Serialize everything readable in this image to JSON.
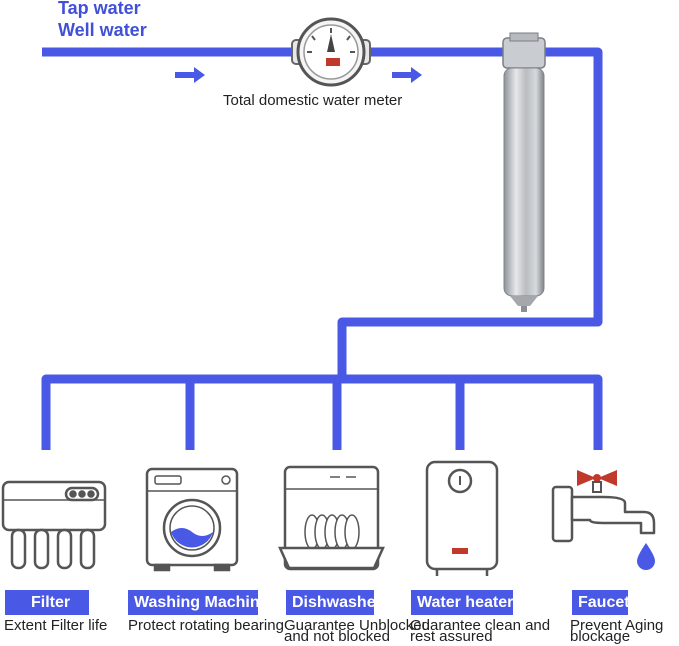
{
  "source": {
    "line1": "Tap water",
    "line2": "Well water"
  },
  "meter": {
    "label": "Total domestic water meter"
  },
  "appliances": [
    {
      "tag": "Filter",
      "desc": "Extent Filter life",
      "desc2": ""
    },
    {
      "tag": "Washing Machine",
      "desc": "Protect rotating bearing",
      "desc2": ""
    },
    {
      "tag": "Dishwasher",
      "desc": "Guarantee Unblocked",
      "desc2": "and not blocked"
    },
    {
      "tag": "Water heater",
      "desc": "Guarantee clean and",
      "desc2": "rest assured"
    },
    {
      "tag": "Faucet",
      "desc": "Prevent Aging",
      "desc2": "blockage"
    }
  ],
  "colors": {
    "pipe": "#4a58e6",
    "tag_bg": "#4a58e6",
    "valve": "#c0392b",
    "drop": "#4a58e6"
  }
}
